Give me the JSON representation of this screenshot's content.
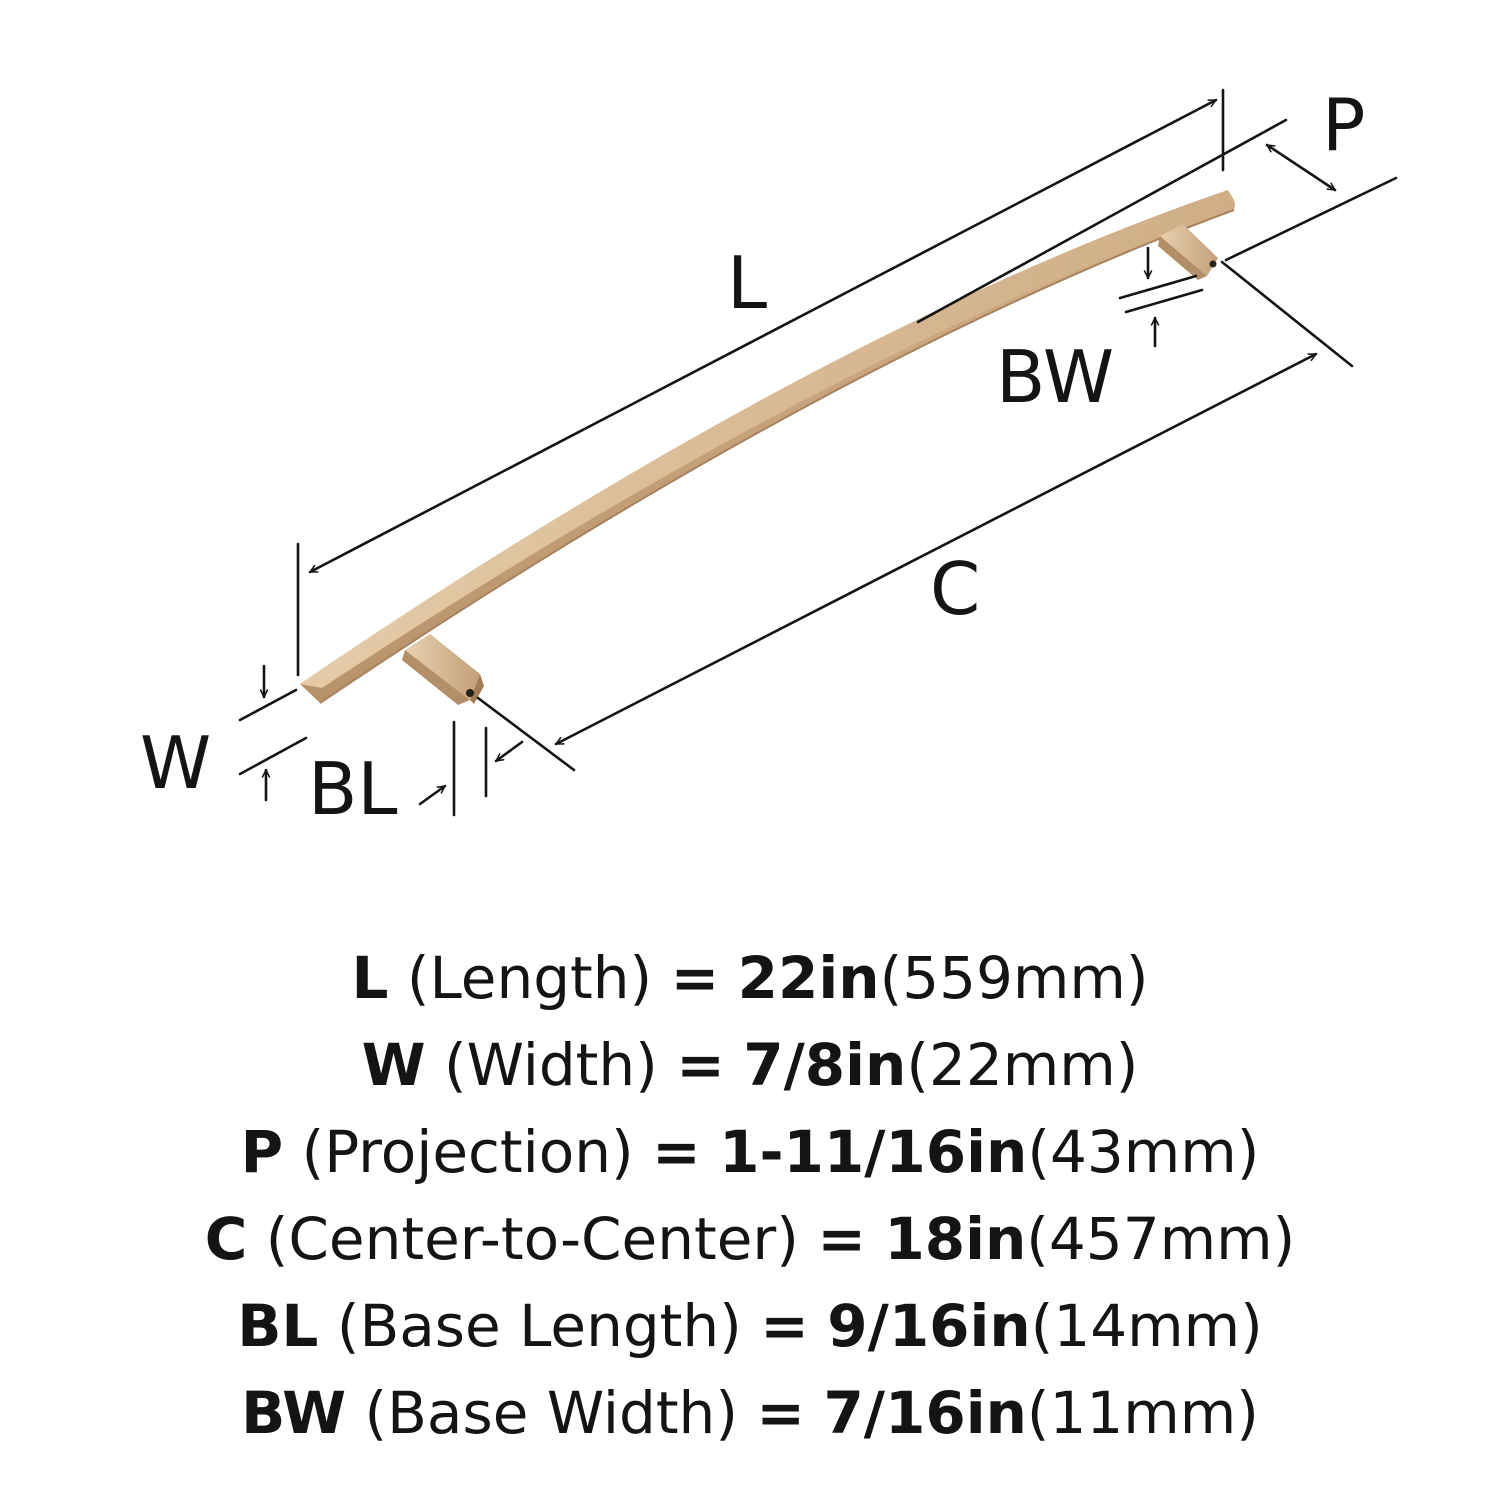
{
  "colors": {
    "ink": "#141414",
    "brass_light": "#e4c8a6",
    "brass_mid": "#d3b28c",
    "brass_dark": "#b58f68"
  },
  "diagram": {
    "object": "arched cabinet bar pull, champagne bronze finish",
    "labels": {
      "length": "L",
      "projection": "P",
      "base_width": "BW",
      "center": "C",
      "width": "W",
      "base_length": "BL"
    }
  },
  "specs": [
    {
      "key": "L",
      "desc": "(Length)",
      "eq": "=",
      "value": "22in",
      "metric": "(559mm)"
    },
    {
      "key": "W",
      "desc": "(Width)",
      "eq": "=",
      "value": "7/8in",
      "metric": "(22mm)"
    },
    {
      "key": "P",
      "desc": "(Projection)",
      "eq": "=",
      "value": "1-11/16in",
      "metric": "(43mm)"
    },
    {
      "key": "C",
      "desc": "(Center-to-Center)",
      "eq": "=",
      "value": "18in",
      "metric": "(457mm)"
    },
    {
      "key": "BL",
      "desc": "(Base Length)",
      "eq": "=",
      "value": "9/16in",
      "metric": "(14mm)"
    },
    {
      "key": "BW",
      "desc": "(Base Width)",
      "eq": "=",
      "value": "7/16in",
      "metric": "(11mm)"
    }
  ]
}
